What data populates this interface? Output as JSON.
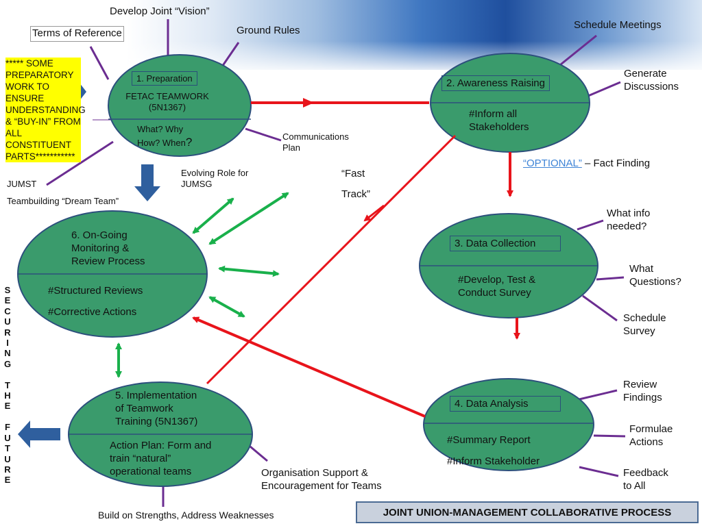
{
  "top_labels": {
    "vision": "Develop Joint “Vision”",
    "terms": "Terms of Reference",
    "ground_rules": "Ground Rules",
    "schedule_meetings": "Schedule Meetings",
    "generate_discussions": "Generate\nDiscussions"
  },
  "prep_note": "***** SOME\nPREPARATORY\nWORK TO\nENSURE\nUNDERSTANDING\n& “BUY-IN” FROM\nALL\nCONSTITUENT\nPARTS***********",
  "left_labels": {
    "jumst": "JUMST",
    "teambuilding": "Teambuilding “Dream Team”",
    "evolving": "Evolving Role for\nJUMSG",
    "communications": "Communications\nPlan",
    "fast_track": "“Fast\n\nTrack”"
  },
  "ellipses": {
    "prep": {
      "title": "1. Preparation",
      "line1": "FETAC TEAMWORK\n(5N1367)",
      "line2": "What? Why\n How? When",
      "q": "?"
    },
    "awareness": {
      "title": "2. Awareness Raising",
      "body": "#Inform all\nStakeholders"
    },
    "collection": {
      "title": "3. Data Collection",
      "body": "#Develop, Test &\nConduct Survey"
    },
    "analysis": {
      "title": "4. Data Analysis",
      "body1": "#Summary Report",
      "body2": "#Inform Stakeholder"
    },
    "implementation": {
      "title": "5. Implementation\nof Teamwork\nTraining (5N1367)",
      "body": "Action Plan: Form and\ntrain  “natural”\noperational  teams"
    },
    "monitoring": {
      "title": "6. On-Going\nMonitoring &\nReview Process",
      "body1": "#Structured Reviews",
      "body2": "#Corrective Actions"
    }
  },
  "right_labels": {
    "optional": "“OPTIONAL”",
    "fact_finding": " – Fact Finding",
    "what_info": "What info\nneeded?",
    "what_questions": "What\nQuestions?",
    "schedule_survey": "Schedule\nSurvey",
    "review_findings": "Review\nFindings",
    "formulae_actions": "Formulae\nActions",
    "feedback": "Feedback\nto All"
  },
  "bottom_labels": {
    "org_support": "Organisation Support &\nEncouragement for Teams",
    "build": "Build on Strengths, Address Weaknesses",
    "footer": "JOINT UNION-MANAGEMENT COLLABORATIVE PROCESS"
  },
  "side_vertical": "S\nE\nC\nU\nR\nI\nN\nG\n\nT\nH\nE\n\nF\nU\nT\nU\nR\nE",
  "colors": {
    "ellipse_fill": "#3a9b6c",
    "ellipse_stroke": "#2c4f7c",
    "red_arrow": "#e8141b",
    "green_arrow": "#19b04b",
    "purple_line": "#6b2d91",
    "blue_arrow": "#2f5f9e"
  }
}
